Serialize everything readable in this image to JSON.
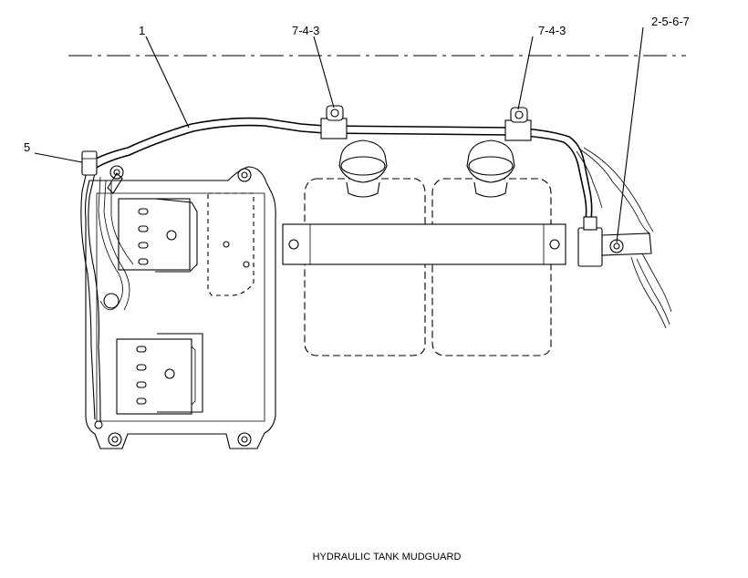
{
  "callouts": {
    "harness": "1",
    "clip_left": "7-4-3",
    "clip_right": "7-4-3",
    "ground": "2-5-6-7",
    "connector": "5"
  },
  "caption": "HYDRAULIC TANK MUDGUARD"
}
